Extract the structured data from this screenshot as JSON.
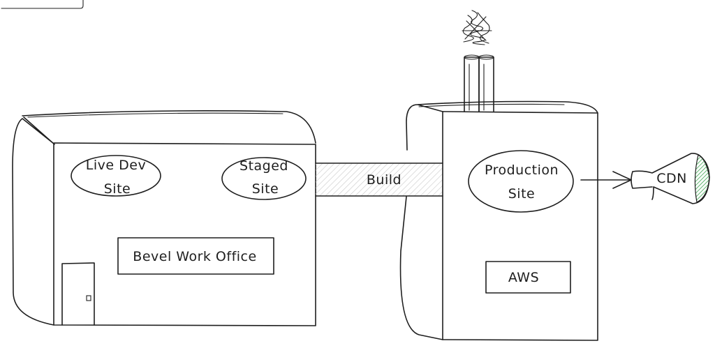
{
  "diagram": {
    "nodes": {
      "live_dev_site": {
        "line1": "Live Dev",
        "line2": "Site"
      },
      "staged_site": {
        "line1": "Staged",
        "line2": "Site"
      },
      "office": "Bevel Work Office",
      "build": "Build",
      "production_site": {
        "line1": "Production",
        "line2": "Site"
      },
      "aws": "AWS",
      "cdn": "CDN"
    },
    "colors": {
      "ink": "#1e1e1e",
      "hatch": "#c9c9c9",
      "office_fill": "#a5d8ff",
      "aws_fill": "#ffc9a0",
      "cdn_fill": "#2f9e44"
    },
    "icons": [
      "door-icon",
      "smoke-icon",
      "megaphone-icon",
      "arrow-icon"
    ]
  }
}
